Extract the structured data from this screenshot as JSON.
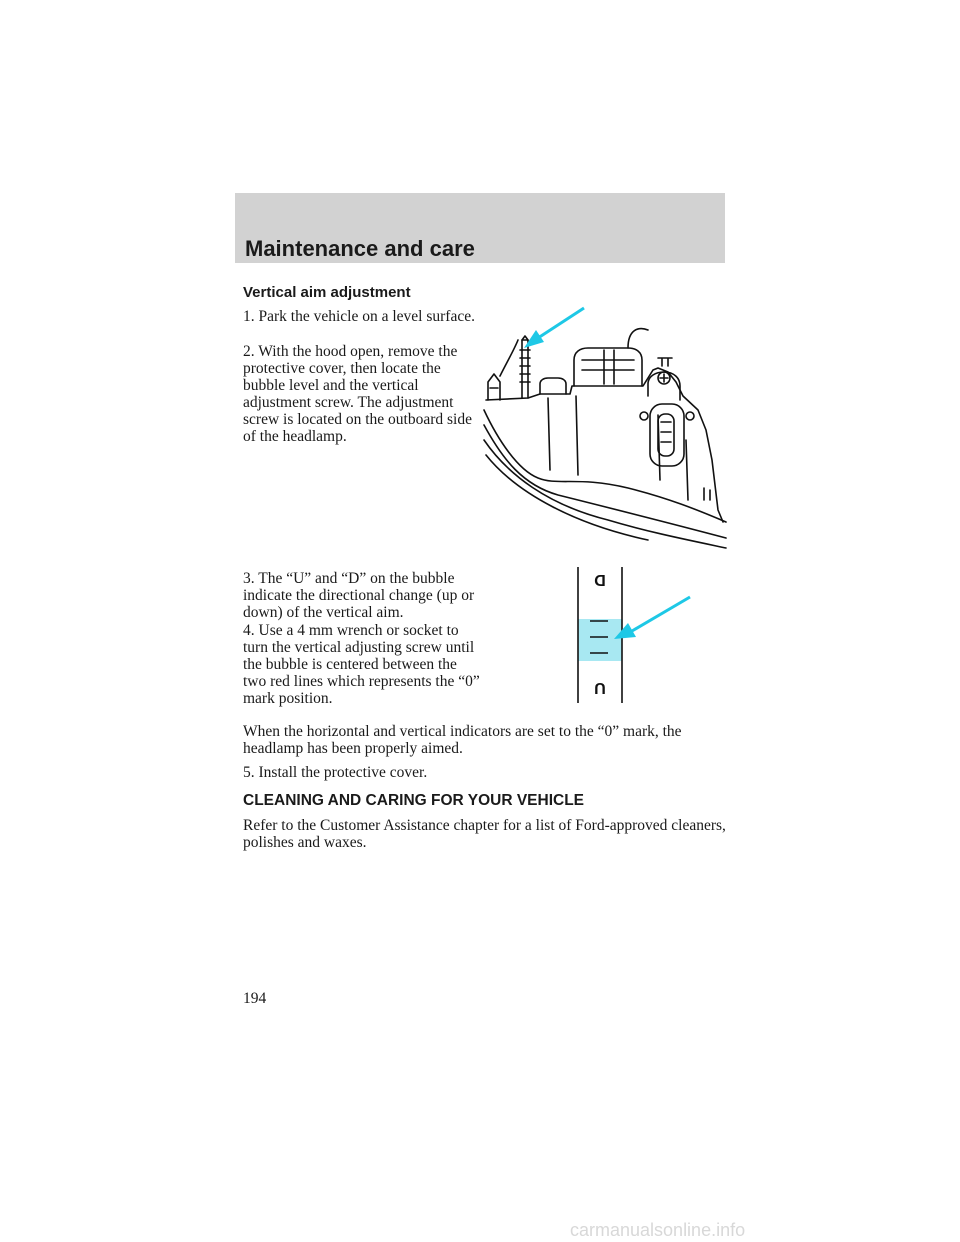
{
  "header": {
    "title": "Maintenance and care"
  },
  "section": {
    "subhead": "Vertical aim adjustment",
    "steps": [
      "1. Park the vehicle on a level surface.",
      "2. With the hood open, remove the protective cover, then locate the bubble level and the vertical adjustment screw. The adjustment screw is located on the outboard side of the headlamp.",
      "3. The “U” and “D” on the bubble indicate the directional change (up or down) of the vertical aim.",
      "4. Use a 4 mm wrench or socket to turn the vertical adjusting screw until the bubble is centered between the two red lines which represents the “0” mark position."
    ],
    "note": "When the horizontal and vertical indicators are set to the “0” mark, the headlamp has been properly aimed.",
    "step5": "5. Install the protective cover."
  },
  "cleaning": {
    "heading": "CLEANING AND CARING FOR YOUR VEHICLE",
    "text": "Refer to the Customer Assistance chapter for a list of Ford-approved cleaners, polishes and waxes."
  },
  "bubble_level": {
    "top_letter": "D",
    "bottom_letter": "U",
    "highlight_color": "#a8e8f2"
  },
  "accent_color": "#1ec8e6",
  "page_number": "194",
  "footer": {
    "watermark": "carmanualsonline.info"
  }
}
